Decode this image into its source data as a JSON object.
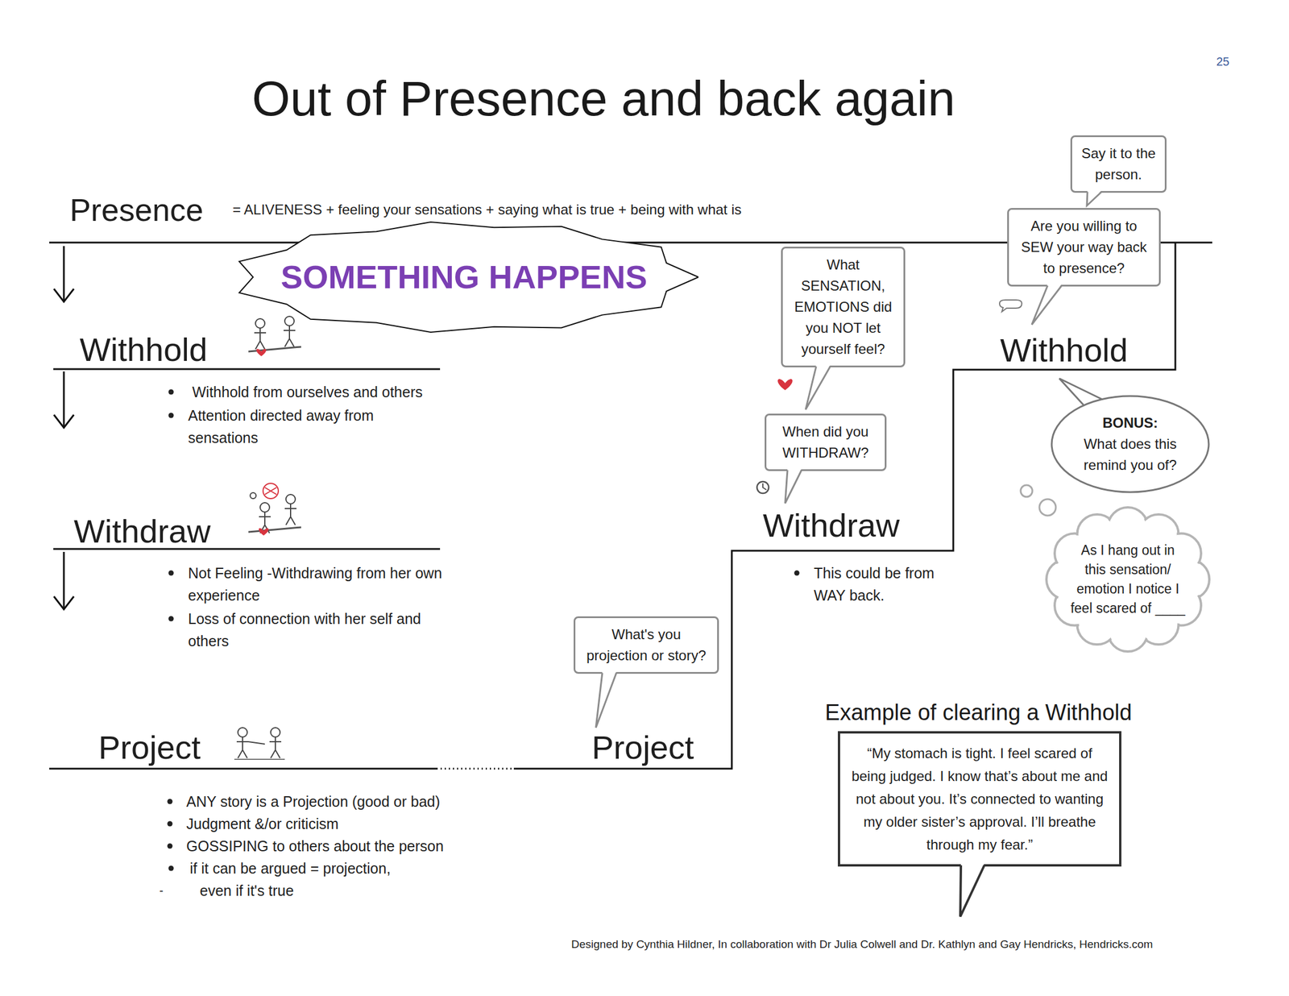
{
  "diagram": {
    "title": "Out of Presence and back again",
    "caption": "Designed by Cynthia Hildner, In collaboration with Dr Julia Colwell and Dr. Kathlyn and Gay Hendricks, Hendricks.com",
    "nodes": [
      {
        "text": [
          "SOMETHING HAPPENS"
        ]
      },
      {
        "text": [
          "Say it to the person."
        ]
      },
      {
        "text": [
          "Are you willing to SEW your way back to presence?"
        ]
      },
      {
        "text": [
          "What SENSATION, EMOTIONS did you NOT let yourself feel?"
        ]
      },
      {
        "text": [
          "BONUS:",
          "What does this remind you of?"
        ]
      },
      {
        "text": [
          "When did you WITHDRAW?"
        ]
      },
      {
        "text": [
          "As I hang out in this sensation/ emotion I notice I feel scared of ____"
        ]
      },
      {
        "text": [
          "What's you projection or story?"
        ]
      },
      {
        "text": [
          "Example of clearing a Withhold",
          "“My stomach is tight. I feel scared of being judged. I know that’s about me and not about you. It’s connected to wanting my older sister’s approval. I’ll breathe through my fear.”"
        ]
      }
    ],
    "labels": [
      "25",
      "Presence",
      "= ALIVENESS + feeling your sensations + saying what is true + being with what is",
      "Withhold",
      "Withhold from ourselves and others",
      "Attention directed away from sensations",
      "Withdraw",
      "Not Feeling -Withdrawing from her own experience",
      "Loss of connection with her self and others",
      "Project",
      "ANY story is a Projection (good or bad)",
      "Judgment &/or criticism",
      "GOSSIPING to others about the person",
      "if it can be argued = projection,",
      "-",
      "even if it's true",
      "Project",
      "Withdraw",
      "This could be from WAY back.",
      "Withhold"
    ]
  }
}
